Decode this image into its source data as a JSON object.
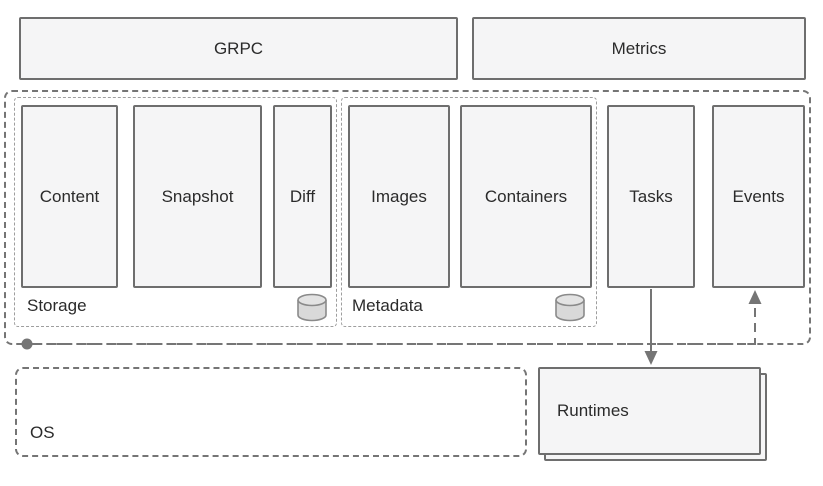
{
  "top_row": {
    "grpc_label": "GRPC",
    "metrics_label": "Metrics"
  },
  "core": {
    "storage": {
      "label": "Storage",
      "boxes": [
        "Content",
        "Snapshot",
        "Diff"
      ],
      "icon": "database-cylinder"
    },
    "metadata": {
      "label": "Metadata",
      "boxes": [
        "Images",
        "Containers"
      ],
      "icon": "database-cylinder"
    },
    "tasks_label": "Tasks",
    "events_label": "Events"
  },
  "bottom_row": {
    "os_label": "OS",
    "runtimes_label": "Runtimes"
  },
  "connectors": {
    "tasks_to_runtimes": "solid-arrow-down",
    "event_stream": "dashed-line-with-dot-origin-and-arrow-into-events"
  },
  "colors": {
    "background": "#ffffff",
    "box_fill": "#f5f5f6",
    "box_border": "#6e6e6e",
    "dashed_line": "#757575",
    "fine_dash": "#9e9e9e",
    "text": "#2b2b2b",
    "cylinder_fill": "#d9d9d9",
    "cylinder_stroke": "#8a8a8a"
  }
}
